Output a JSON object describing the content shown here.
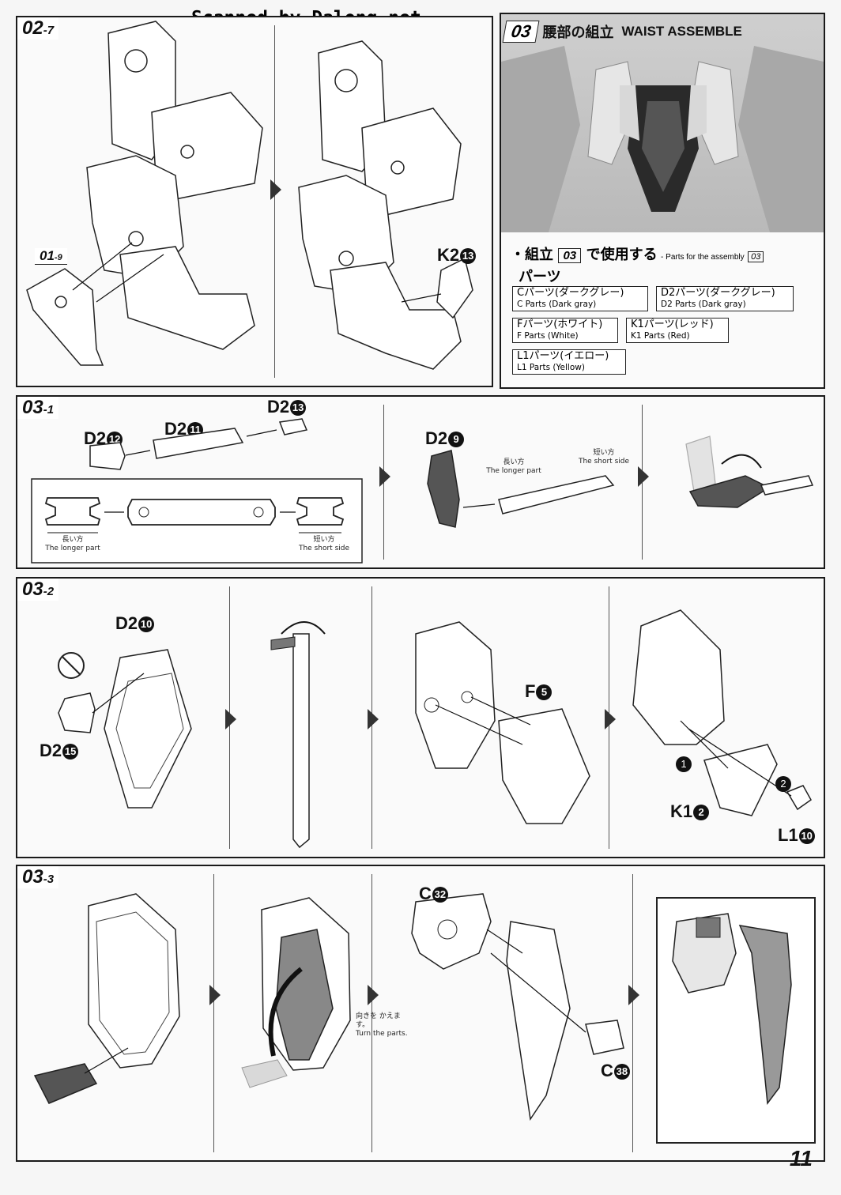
{
  "watermark": "Scanned by Dalong.net",
  "page_number": "11",
  "step_02_7": {
    "tab": "02",
    "tab_sub": "-7",
    "ref_tab": "01",
    "ref_tab_sub": "-9",
    "part_label": "K2",
    "part_num": "13"
  },
  "header_03": {
    "step": "03",
    "title_jp": "腰部の組立",
    "title_en": "WAIST ASSEMBLE",
    "parts_intro_jp": "・組立",
    "parts_intro_jp2": "で使用する",
    "parts_intro_en": "- Parts for the assembly",
    "parts_word": "パーツ",
    "parts": [
      {
        "jp": "Cパーツ(ダークグレー)",
        "en": "C Parts (Dark gray)"
      },
      {
        "jp": "D2パーツ(ダークグレー)",
        "en": "D2 Parts (Dark gray)"
      },
      {
        "jp": "Fパーツ(ホワイト)",
        "en": "F Parts (White)"
      },
      {
        "jp": "K1パーツ(レッド)",
        "en": "K1 Parts (Red)"
      },
      {
        "jp": "L1パーツ(イエロー)",
        "en": "L1 Parts (Yellow)"
      }
    ]
  },
  "step_03_1": {
    "tab": "03",
    "tab_sub": "-1",
    "labels": [
      {
        "part": "D2",
        "num": "12"
      },
      {
        "part": "D2",
        "num": "11"
      },
      {
        "part": "D2",
        "num": "13"
      },
      {
        "part": "D2",
        "num": "9"
      }
    ],
    "longer_jp": "長い方",
    "longer_en": "The longer part",
    "shorter_jp": "短い方",
    "shorter_en": "The short side"
  },
  "step_03_2": {
    "tab": "03",
    "tab_sub": "-2",
    "labels": [
      {
        "part": "D2",
        "num": "10"
      },
      {
        "part": "D2",
        "num": "15"
      },
      {
        "part": "F",
        "num": "5"
      },
      {
        "part": "K1",
        "num": "2"
      },
      {
        "part": "L1",
        "num": "10"
      }
    ],
    "order": [
      "1",
      "2"
    ]
  },
  "step_03_3": {
    "tab": "03",
    "tab_sub": "-3",
    "labels": [
      {
        "part": "C",
        "num": "32"
      },
      {
        "part": "C",
        "num": "38"
      }
    ],
    "turn_jp": "向きを かえます。",
    "turn_en": "Turn the parts."
  }
}
